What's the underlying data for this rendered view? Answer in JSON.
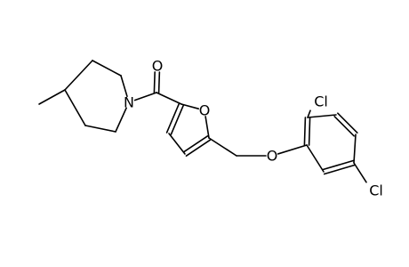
{
  "molecule": {
    "atoms": [
      {
        "id": "c_me",
        "symbol": "C",
        "label": ""
      },
      {
        "id": "c4",
        "symbol": "C",
        "label": ""
      },
      {
        "id": "c3",
        "symbol": "C",
        "label": ""
      },
      {
        "id": "c2",
        "symbol": "C",
        "label": ""
      },
      {
        "id": "n1",
        "symbol": "N",
        "label": "N"
      },
      {
        "id": "c6",
        "symbol": "C",
        "label": ""
      },
      {
        "id": "c5",
        "symbol": "C",
        "label": ""
      },
      {
        "id": "c_co",
        "symbol": "C",
        "label": ""
      },
      {
        "id": "o_co",
        "symbol": "O",
        "label": "O"
      },
      {
        "id": "f_c2",
        "symbol": "C",
        "label": ""
      },
      {
        "id": "f_o1",
        "symbol": "O",
        "label": "O"
      },
      {
        "id": "f_c5",
        "symbol": "C",
        "label": ""
      },
      {
        "id": "f_c4",
        "symbol": "C",
        "label": ""
      },
      {
        "id": "f_c3",
        "symbol": "C",
        "label": ""
      },
      {
        "id": "ch2",
        "symbol": "C",
        "label": ""
      },
      {
        "id": "o_eth",
        "symbol": "O",
        "label": "O"
      },
      {
        "id": "b_c1",
        "symbol": "C",
        "label": ""
      },
      {
        "id": "b_c2",
        "symbol": "C",
        "label": ""
      },
      {
        "id": "cl_a",
        "symbol": "Cl",
        "label": "Cl"
      },
      {
        "id": "b_c3",
        "symbol": "C",
        "label": ""
      },
      {
        "id": "b_c4",
        "symbol": "C",
        "label": ""
      },
      {
        "id": "b_c5",
        "symbol": "C",
        "label": ""
      },
      {
        "id": "cl_b",
        "symbol": "Cl",
        "label": "Cl"
      },
      {
        "id": "b_c6",
        "symbol": "C",
        "label": ""
      }
    ],
    "bonds": [
      {
        "a": "c_me",
        "b": "c4",
        "order": 1
      },
      {
        "a": "c4",
        "b": "c3",
        "order": 1
      },
      {
        "a": "c3",
        "b": "c2",
        "order": 1
      },
      {
        "a": "c2",
        "b": "n1",
        "order": 1
      },
      {
        "a": "n1",
        "b": "c6",
        "order": 1
      },
      {
        "a": "c6",
        "b": "c5",
        "order": 1
      },
      {
        "a": "c5",
        "b": "c4",
        "order": 1
      },
      {
        "a": "n1",
        "b": "c_co",
        "order": 1
      },
      {
        "a": "c_co",
        "b": "o_co",
        "order": 2
      },
      {
        "a": "c_co",
        "b": "f_c2",
        "order": 1
      },
      {
        "a": "f_c2",
        "b": "f_o1",
        "order": 1
      },
      {
        "a": "f_o1",
        "b": "f_c5",
        "order": 1
      },
      {
        "a": "f_c5",
        "b": "f_c4",
        "order": 2
      },
      {
        "a": "f_c4",
        "b": "f_c3",
        "order": 1
      },
      {
        "a": "f_c3",
        "b": "f_c2",
        "order": 2
      },
      {
        "a": "f_c5",
        "b": "ch2",
        "order": 1
      },
      {
        "a": "ch2",
        "b": "o_eth",
        "order": 1
      },
      {
        "a": "o_eth",
        "b": "b_c1",
        "order": 1
      },
      {
        "a": "b_c1",
        "b": "b_c2",
        "order": 2
      },
      {
        "a": "b_c2",
        "b": "cl_a",
        "order": 1
      },
      {
        "a": "b_c2",
        "b": "b_c3",
        "order": 1
      },
      {
        "a": "b_c3",
        "b": "b_c4",
        "order": 2
      },
      {
        "a": "b_c4",
        "b": "b_c5",
        "order": 1
      },
      {
        "a": "b_c5",
        "b": "cl_b",
        "order": 1
      },
      {
        "a": "b_c5",
        "b": "b_c6",
        "order": 2
      },
      {
        "a": "b_c6",
        "b": "b_c1",
        "order": 1
      }
    ]
  }
}
